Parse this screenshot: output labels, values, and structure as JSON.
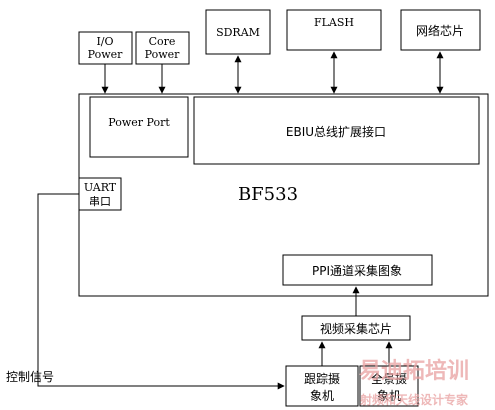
{
  "blocks": {
    "io_power": [
      "I/O",
      "Power"
    ],
    "core_power": [
      "Core",
      "Power"
    ],
    "sdram": "SDRAM",
    "flash": "FLASH",
    "network_chip": "网络芯片",
    "power_port": "Power Port",
    "ebiu": "EBIU总线扩展接口",
    "bf533": "BF533",
    "uart": [
      "UART",
      "串口"
    ],
    "ppi": "PPI通道采集图象",
    "video_capture": "视频采集芯片",
    "tracking_camera": [
      "跟踪摄",
      "象机"
    ],
    "panorama_camera": [
      "全景摄",
      "象机"
    ]
  },
  "labels": {
    "control_signal": "控制信号"
  },
  "watermark": {
    "title": "易迪拓培训",
    "subtitle": "射频和天线设计专家",
    "color": "#e8a0a0"
  }
}
